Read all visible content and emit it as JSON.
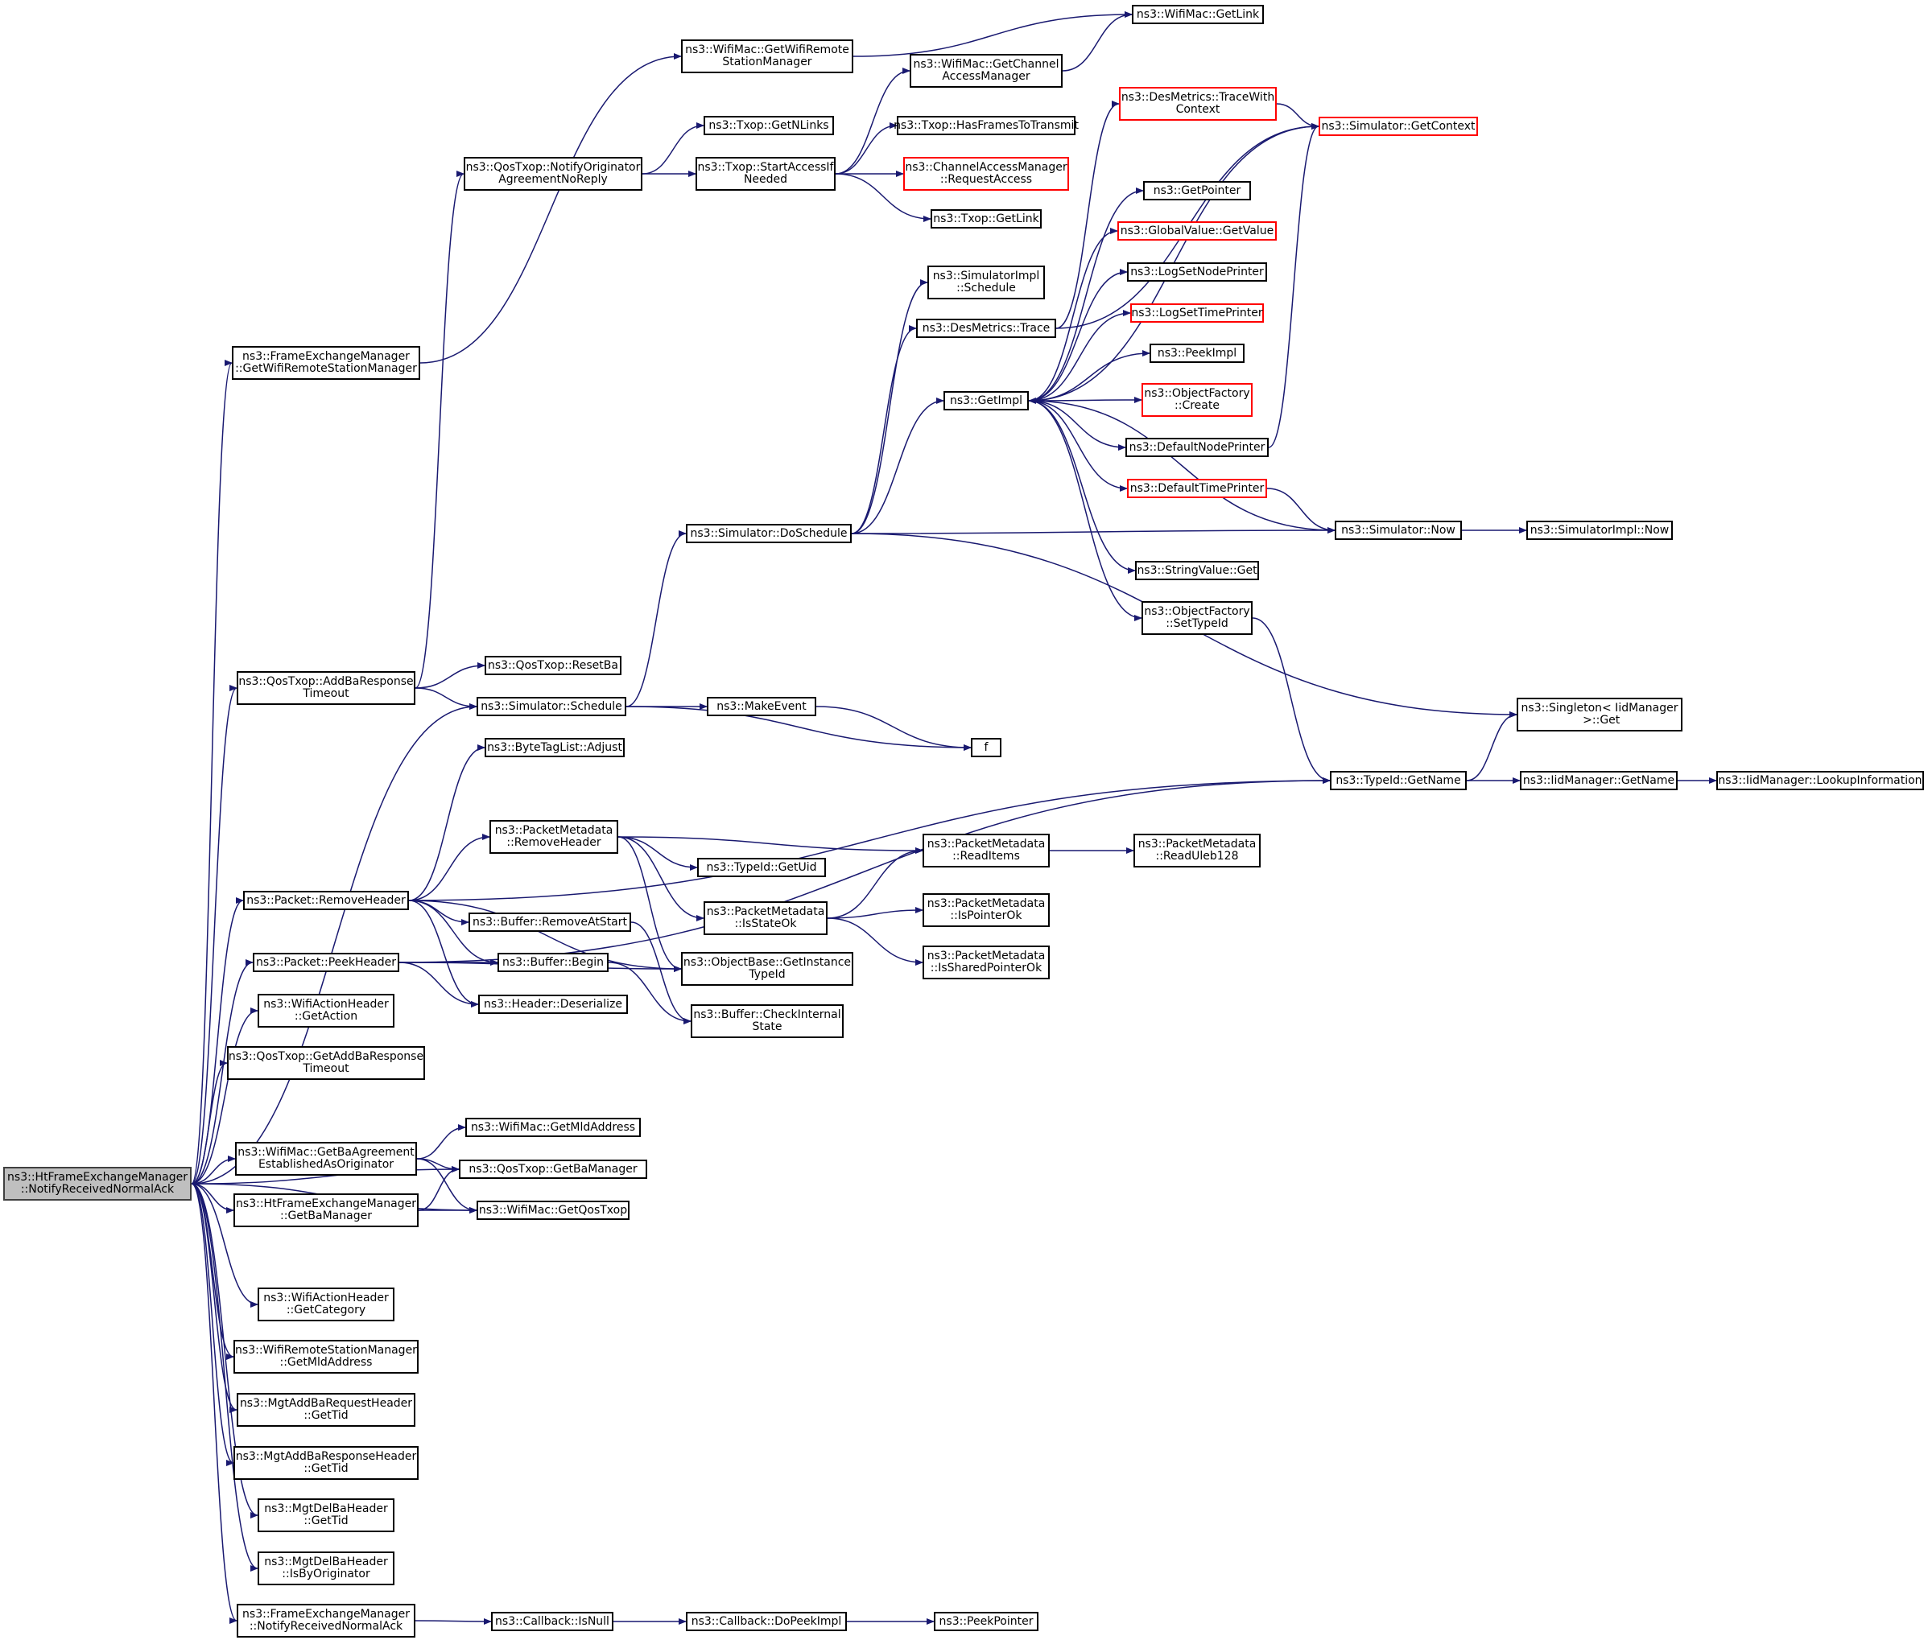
{
  "colors": {
    "edge": "#191970",
    "node_border": "#000000",
    "truncated_border": "#ff0000",
    "root_fill": "#bfbfbf",
    "root_border": "#404040"
  },
  "nodes": [
    {
      "id": "root",
      "label": "ns3::HtFrameExchangeManager\n::NotifyReceivedNormalAck",
      "style": "root"
    },
    {
      "id": "fem_getwrsm",
      "label": "ns3::FrameExchangeManager\n::GetWifiRemoteStationManager"
    },
    {
      "id": "qos_addbarsp",
      "label": "ns3::QosTxop::AddBaResponse\nTimeout"
    },
    {
      "id": "pkt_remove",
      "label": "ns3::Packet::RemoveHeader"
    },
    {
      "id": "pkt_peek",
      "label": "ns3::Packet::PeekHeader"
    },
    {
      "id": "wah_getaction",
      "label": "ns3::WifiActionHeader\n::GetAction"
    },
    {
      "id": "qos_getaddba",
      "label": "ns3::QosTxop::GetAddBaResponse\nTimeout"
    },
    {
      "id": "mac_getbaagr",
      "label": "ns3::WifiMac::GetBaAgreement\nEstablishedAsOriginator"
    },
    {
      "id": "htfem_getbam",
      "label": "ns3::HtFrameExchangeManager\n::GetBaManager"
    },
    {
      "id": "wah_getcat",
      "label": "ns3::WifiActionHeader\n::GetCategory"
    },
    {
      "id": "wrsm_getmld",
      "label": "ns3::WifiRemoteStationManager\n::GetMldAddress"
    },
    {
      "id": "mgtreq_tid",
      "label": "ns3::MgtAddBaRequestHeader\n::GetTid"
    },
    {
      "id": "mgtrsp_tid",
      "label": "ns3::MgtAddBaResponseHeader\n::GetTid"
    },
    {
      "id": "mgtdel_tid",
      "label": "ns3::MgtDelBaHeader\n::GetTid"
    },
    {
      "id": "mgtdel_isby",
      "label": "ns3::MgtDelBaHeader\n::IsByOriginator"
    },
    {
      "id": "fem_notify",
      "label": "ns3::FrameExchangeManager\n::NotifyReceivedNormalAck"
    },
    {
      "id": "mac_getwrsm",
      "label": "ns3::WifiMac::GetWifiRemote\nStationManager"
    },
    {
      "id": "qos_notifyorig",
      "label": "ns3::QosTxop::NotifyOriginator\nAgreementNoReply"
    },
    {
      "id": "qos_resetba",
      "label": "ns3::QosTxop::ResetBa"
    },
    {
      "id": "sim_schedule",
      "label": "ns3::Simulator::Schedule"
    },
    {
      "id": "btl_adjust",
      "label": "ns3::ByteTagList::Adjust"
    },
    {
      "id": "pm_remove",
      "label": "ns3::PacketMetadata\n::RemoveHeader"
    },
    {
      "id": "buf_remstart",
      "label": "ns3::Buffer::RemoveAtStart"
    },
    {
      "id": "buf_begin",
      "label": "ns3::Buffer::Begin"
    },
    {
      "id": "hdr_deser",
      "label": "ns3::Header::Deserialize"
    },
    {
      "id": "mac_getmld",
      "label": "ns3::WifiMac::GetMldAddress"
    },
    {
      "id": "qos_getbam",
      "label": "ns3::QosTxop::GetBaManager"
    },
    {
      "id": "mac_getqos",
      "label": "ns3::WifiMac::GetQosTxop"
    },
    {
      "id": "cb_isnull",
      "label": "ns3::Callback::IsNull"
    },
    {
      "id": "txop_getnlinks",
      "label": "ns3::Txop::GetNLinks"
    },
    {
      "id": "txop_startacc",
      "label": "ns3::Txop::StartAccessIf\nNeeded"
    },
    {
      "id": "sim_dosched",
      "label": "ns3::Simulator::DoSchedule"
    },
    {
      "id": "make_event",
      "label": "ns3::MakeEvent"
    },
    {
      "id": "tid_getuid",
      "label": "ns3::TypeId::GetUid"
    },
    {
      "id": "pm_isstate",
      "label": "ns3::PacketMetadata\n::IsStateOk"
    },
    {
      "id": "ob_getinst",
      "label": "ns3::ObjectBase::GetInstance\nTypeId"
    },
    {
      "id": "buf_checkint",
      "label": "ns3::Buffer::CheckInternal\nState"
    },
    {
      "id": "cb_dopeek",
      "label": "ns3::Callback::DoPeekImpl"
    },
    {
      "id": "mac_getcam",
      "label": "ns3::WifiMac::GetChannel\nAccessManager"
    },
    {
      "id": "txop_hasframes",
      "label": "ns3::Txop::HasFramesToTransmit"
    },
    {
      "id": "cam_reqacc",
      "label": "ns3::ChannelAccessManager\n::RequestAccess",
      "style": "truncated"
    },
    {
      "id": "txop_getlink",
      "label": "ns3::Txop::GetLink"
    },
    {
      "id": "simimpl_sched",
      "label": "ns3::SimulatorImpl\n::Schedule"
    },
    {
      "id": "des_trace",
      "label": "ns3::DesMetrics::Trace"
    },
    {
      "id": "get_impl",
      "label": "ns3::GetImpl"
    },
    {
      "id": "f_node",
      "label": "f"
    },
    {
      "id": "pm_readitems",
      "label": "ns3::PacketMetadata\n::ReadItems"
    },
    {
      "id": "pm_isptr",
      "label": "ns3::PacketMetadata\n::IsPointerOk"
    },
    {
      "id": "pm_isshared",
      "label": "ns3::PacketMetadata\n::IsSharedPointerOk"
    },
    {
      "id": "peek_pointer",
      "label": "ns3::PeekPointer"
    },
    {
      "id": "mac_getlink",
      "label": "ns3::WifiMac::GetLink"
    },
    {
      "id": "des_tracewc",
      "label": "ns3::DesMetrics::TraceWith\nContext",
      "style": "truncated"
    },
    {
      "id": "get_pointer",
      "label": "ns3::GetPointer"
    },
    {
      "id": "gv_getvalue",
      "label": "ns3::GlobalValue::GetValue",
      "style": "truncated"
    },
    {
      "id": "log_setnode",
      "label": "ns3::LogSetNodePrinter"
    },
    {
      "id": "log_settime",
      "label": "ns3::LogSetTimePrinter",
      "style": "truncated"
    },
    {
      "id": "peek_impl",
      "label": "ns3::PeekImpl"
    },
    {
      "id": "of_create",
      "label": "ns3::ObjectFactory\n::Create",
      "style": "truncated"
    },
    {
      "id": "def_nodepr",
      "label": "ns3::DefaultNodePrinter"
    },
    {
      "id": "def_timepr",
      "label": "ns3::DefaultTimePrinter",
      "style": "truncated"
    },
    {
      "id": "sv_get",
      "label": "ns3::StringValue::Get"
    },
    {
      "id": "of_settypeid",
      "label": "ns3::ObjectFactory\n::SetTypeId"
    },
    {
      "id": "pm_readuleb",
      "label": "ns3::PacketMetadata\n::ReadUleb128"
    },
    {
      "id": "sim_getctx",
      "label": "ns3::Simulator::GetContext",
      "style": "truncated"
    },
    {
      "id": "sim_now",
      "label": "ns3::Simulator::Now"
    },
    {
      "id": "tid_getname",
      "label": "ns3::TypeId::GetName"
    },
    {
      "id": "singleton_get",
      "label": "ns3::Singleton< IidManager\n >::Get"
    },
    {
      "id": "iid_getname",
      "label": "ns3::IidManager::GetName"
    },
    {
      "id": "simimpl_now",
      "label": "ns3::SimulatorImpl::Now"
    },
    {
      "id": "iid_lookup",
      "label": "ns3::IidManager::LookupInformation"
    }
  ],
  "edges": [
    [
      "root",
      "fem_getwrsm"
    ],
    [
      "root",
      "qos_addbarsp"
    ],
    [
      "root",
      "sim_schedule"
    ],
    [
      "root",
      "pkt_remove"
    ],
    [
      "root",
      "pkt_peek"
    ],
    [
      "root",
      "wah_getaction"
    ],
    [
      "root",
      "qos_getaddba"
    ],
    [
      "root",
      "mac_getbaagr"
    ],
    [
      "root",
      "qos_getbam"
    ],
    [
      "root",
      "htfem_getbam"
    ],
    [
      "root",
      "mac_getqos"
    ],
    [
      "root",
      "wah_getcat"
    ],
    [
      "root",
      "wrsm_getmld"
    ],
    [
      "root",
      "mgtreq_tid"
    ],
    [
      "root",
      "mgtrsp_tid"
    ],
    [
      "root",
      "mgtdel_tid"
    ],
    [
      "root",
      "mgtdel_isby"
    ],
    [
      "root",
      "fem_notify"
    ],
    [
      "fem_getwrsm",
      "mac_getwrsm"
    ],
    [
      "mac_getwrsm",
      "mac_getlink"
    ],
    [
      "qos_addbarsp",
      "qos_notifyorig"
    ],
    [
      "qos_addbarsp",
      "qos_resetba"
    ],
    [
      "qos_addbarsp",
      "sim_schedule"
    ],
    [
      "qos_notifyorig",
      "txop_getnlinks"
    ],
    [
      "qos_notifyorig",
      "txop_startacc"
    ],
    [
      "txop_startacc",
      "mac_getcam"
    ],
    [
      "txop_startacc",
      "txop_hasframes"
    ],
    [
      "txop_startacc",
      "cam_reqacc"
    ],
    [
      "txop_startacc",
      "txop_getlink"
    ],
    [
      "mac_getcam",
      "mac_getlink"
    ],
    [
      "sim_schedule",
      "sim_dosched"
    ],
    [
      "sim_schedule",
      "make_event"
    ],
    [
      "sim_schedule",
      "f_node"
    ],
    [
      "make_event",
      "f_node"
    ],
    [
      "sim_dosched",
      "simimpl_sched"
    ],
    [
      "sim_dosched",
      "des_trace"
    ],
    [
      "sim_dosched",
      "get_impl"
    ],
    [
      "sim_dosched",
      "sim_now"
    ],
    [
      "sim_dosched",
      "singleton_get"
    ],
    [
      "des_trace",
      "des_tracewc"
    ],
    [
      "des_trace",
      "sim_getctx"
    ],
    [
      "des_tracewc",
      "sim_getctx"
    ],
    [
      "get_impl",
      "sim_getctx"
    ],
    [
      "get_impl",
      "get_pointer"
    ],
    [
      "get_impl",
      "gv_getvalue"
    ],
    [
      "get_impl",
      "log_setnode"
    ],
    [
      "get_impl",
      "log_settime"
    ],
    [
      "get_impl",
      "peek_impl"
    ],
    [
      "get_impl",
      "of_create"
    ],
    [
      "get_impl",
      "def_nodepr"
    ],
    [
      "get_impl",
      "def_timepr"
    ],
    [
      "get_impl",
      "sv_get"
    ],
    [
      "get_impl",
      "of_settypeid"
    ],
    [
      "def_nodepr",
      "sim_getctx"
    ],
    [
      "def_timepr",
      "sim_now"
    ],
    [
      "sim_now",
      "get_impl"
    ],
    [
      "sim_now",
      "simimpl_now"
    ],
    [
      "of_settypeid",
      "tid_getname"
    ],
    [
      "tid_getname",
      "singleton_get"
    ],
    [
      "tid_getname",
      "iid_getname"
    ],
    [
      "iid_getname",
      "iid_lookup"
    ],
    [
      "pkt_remove",
      "btl_adjust"
    ],
    [
      "pkt_remove",
      "tid_getname"
    ],
    [
      "pkt_remove",
      "pm_remove"
    ],
    [
      "pkt_remove",
      "ob_getinst"
    ],
    [
      "pkt_remove",
      "buf_remstart"
    ],
    [
      "pkt_remove",
      "buf_begin"
    ],
    [
      "pkt_remove",
      "hdr_deser"
    ],
    [
      "pm_remove",
      "pm_readitems"
    ],
    [
      "pm_remove",
      "tid_getuid"
    ],
    [
      "pm_remove",
      "pm_isstate"
    ],
    [
      "pm_remove",
      "ob_getinst"
    ],
    [
      "pm_isstate",
      "pm_readitems"
    ],
    [
      "pm_isstate",
      "pm_isptr"
    ],
    [
      "pm_isstate",
      "pm_isshared"
    ],
    [
      "pm_readitems",
      "pm_readuleb"
    ],
    [
      "buf_remstart",
      "buf_checkint"
    ],
    [
      "buf_begin",
      "buf_checkint"
    ],
    [
      "pkt_peek",
      "buf_begin"
    ],
    [
      "pkt_peek",
      "hdr_deser"
    ],
    [
      "pkt_peek",
      "ob_getinst"
    ],
    [
      "pkt_peek",
      "tid_getname"
    ],
    [
      "mac_getbaagr",
      "mac_getmld"
    ],
    [
      "mac_getbaagr",
      "qos_getbam"
    ],
    [
      "mac_getbaagr",
      "mac_getqos"
    ],
    [
      "htfem_getbam",
      "qos_getbam"
    ],
    [
      "htfem_getbam",
      "mac_getqos"
    ],
    [
      "fem_notify",
      "cb_isnull"
    ],
    [
      "cb_isnull",
      "cb_dopeek"
    ],
    [
      "cb_dopeek",
      "peek_pointer"
    ]
  ]
}
